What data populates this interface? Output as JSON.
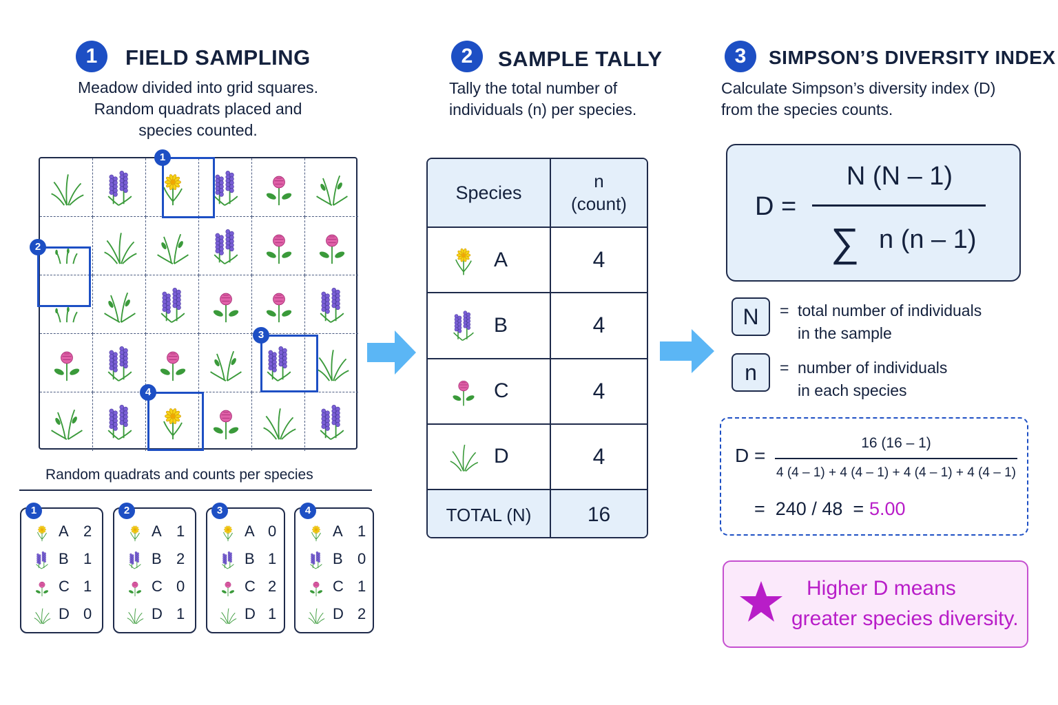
{
  "step1": {
    "number": "1",
    "title": "FIELD SAMPLING",
    "desc_lines": [
      "Meadow divided into grid squares.",
      "Random quadrats placed and",
      "species counted."
    ],
    "grid_caption": "Random quadrats and counts per species",
    "grid": [
      [
        "grass",
        "lavender",
        "daisy",
        "lavender",
        "clover",
        "grass2"
      ],
      [
        "sprouts",
        "grass",
        "grass2",
        "lavender",
        "clover",
        "clover"
      ],
      [
        "sprouts",
        "grass2",
        "lavender",
        "clover",
        "clover",
        "lavender"
      ],
      [
        "clover",
        "lavender",
        "clover",
        "grass2",
        "lavender",
        "grass"
      ],
      [
        "grass2",
        "lavender",
        "daisy",
        "clover",
        "grass",
        "lavender"
      ]
    ],
    "quadrats": [
      {
        "label": "1",
        "counts": [
          {
            "species": "A",
            "icon": "daisy-icon",
            "n": "2"
          },
          {
            "species": "B",
            "icon": "lavender-icon",
            "n": "1"
          },
          {
            "species": "C",
            "icon": "clover-icon",
            "n": "1"
          },
          {
            "species": "D",
            "icon": "grass-icon",
            "n": "0"
          }
        ]
      },
      {
        "label": "2",
        "counts": [
          {
            "species": "A",
            "icon": "daisy-icon",
            "n": "1"
          },
          {
            "species": "B",
            "icon": "lavender-icon",
            "n": "2"
          },
          {
            "species": "C",
            "icon": "clover-icon",
            "n": "0"
          },
          {
            "species": "D",
            "icon": "grass-icon",
            "n": "1"
          }
        ]
      },
      {
        "label": "3",
        "counts": [
          {
            "species": "A",
            "icon": "daisy-icon",
            "n": "0"
          },
          {
            "species": "B",
            "icon": "lavender-icon",
            "n": "1"
          },
          {
            "species": "C",
            "icon": "clover-icon",
            "n": "2"
          },
          {
            "species": "D",
            "icon": "grass-icon",
            "n": "1"
          }
        ]
      },
      {
        "label": "4",
        "counts": [
          {
            "species": "A",
            "icon": "daisy-icon",
            "n": "1"
          },
          {
            "species": "B",
            "icon": "lavender-icon",
            "n": "0"
          },
          {
            "species": "C",
            "icon": "clover-icon",
            "n": "1"
          },
          {
            "species": "D",
            "icon": "grass-icon",
            "n": "2"
          }
        ]
      }
    ]
  },
  "step2": {
    "number": "2",
    "title": "SAMPLE TALLY",
    "desc_lines": [
      "Tally the total number of",
      "individuals (n) per species."
    ],
    "table": {
      "header_species": "Species",
      "header_n": "n",
      "header_count": "(count)",
      "rows": [
        {
          "species": "A",
          "icon": "daisy-icon",
          "n": "4"
        },
        {
          "species": "B",
          "icon": "lavender-icon",
          "n": "4"
        },
        {
          "species": "C",
          "icon": "clover-icon",
          "n": "4"
        },
        {
          "species": "D",
          "icon": "grass-icon",
          "n": "4"
        }
      ],
      "total_label": "TOTAL (N)",
      "total_value": "16"
    }
  },
  "step3": {
    "number": "3",
    "title": "SIMPSON’S DIVERSITY INDEX",
    "desc_lines": [
      "Calculate Simpson’s diversity index (D)",
      "from the species counts."
    ],
    "formula": {
      "lhs": "D =",
      "numerator": "N (N – 1)",
      "sigma": "∑",
      "denominator": "n (n – 1)"
    },
    "legend": [
      {
        "symbol": "N",
        "eq": "=",
        "line1": "total number of individuals",
        "line2": "in the sample"
      },
      {
        "symbol": "n",
        "eq": "=",
        "line1": "number of individuals",
        "line2": "in each species"
      }
    ],
    "calculation": {
      "lhs": "D =",
      "numerator": "16 (16 – 1)",
      "denominator": "4 (4 – 1) + 4 (4 – 1) + 4 (4 – 1) + 4 (4 – 1)",
      "result_prefix": "=  240 / 48  =",
      "result_value": "5.00"
    },
    "note_line1": "Higher D means",
    "note_line2": "greater species diversity.",
    "note_icon": "star-icon"
  },
  "colors": {
    "accent_blue": "#1d4fc4",
    "arrow_blue": "#5bb6f5",
    "header_fill": "#e4effa",
    "magenta": "#b81dc8",
    "note_fill": "#fbe9fb",
    "daisy_yellow": "#f2c200",
    "lavender_purple": "#6a4fc8",
    "clover_pink": "#d04a9a",
    "leaf_green": "#3a9a3a"
  }
}
